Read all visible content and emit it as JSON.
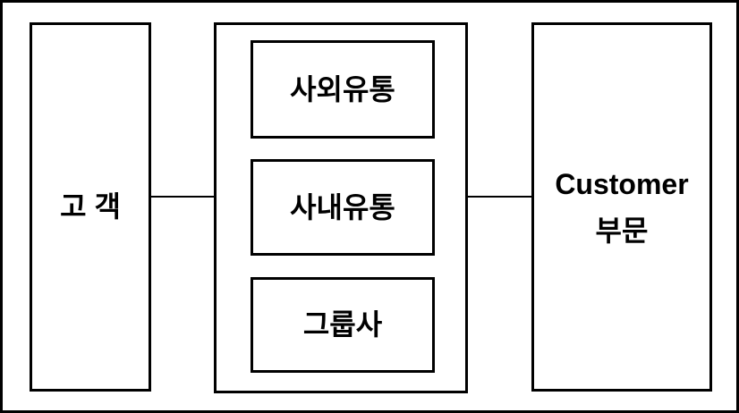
{
  "diagram": {
    "colors": {
      "background": "#ffffff",
      "line": "#000000",
      "text": "#000000"
    },
    "left_box": {
      "label": "고 객"
    },
    "middle_group": {
      "items": [
        {
          "label": "사외유통"
        },
        {
          "label": "사내유통"
        },
        {
          "label": "그룹사"
        }
      ]
    },
    "right_box": {
      "line1": "Customer",
      "line2": "부문"
    }
  }
}
